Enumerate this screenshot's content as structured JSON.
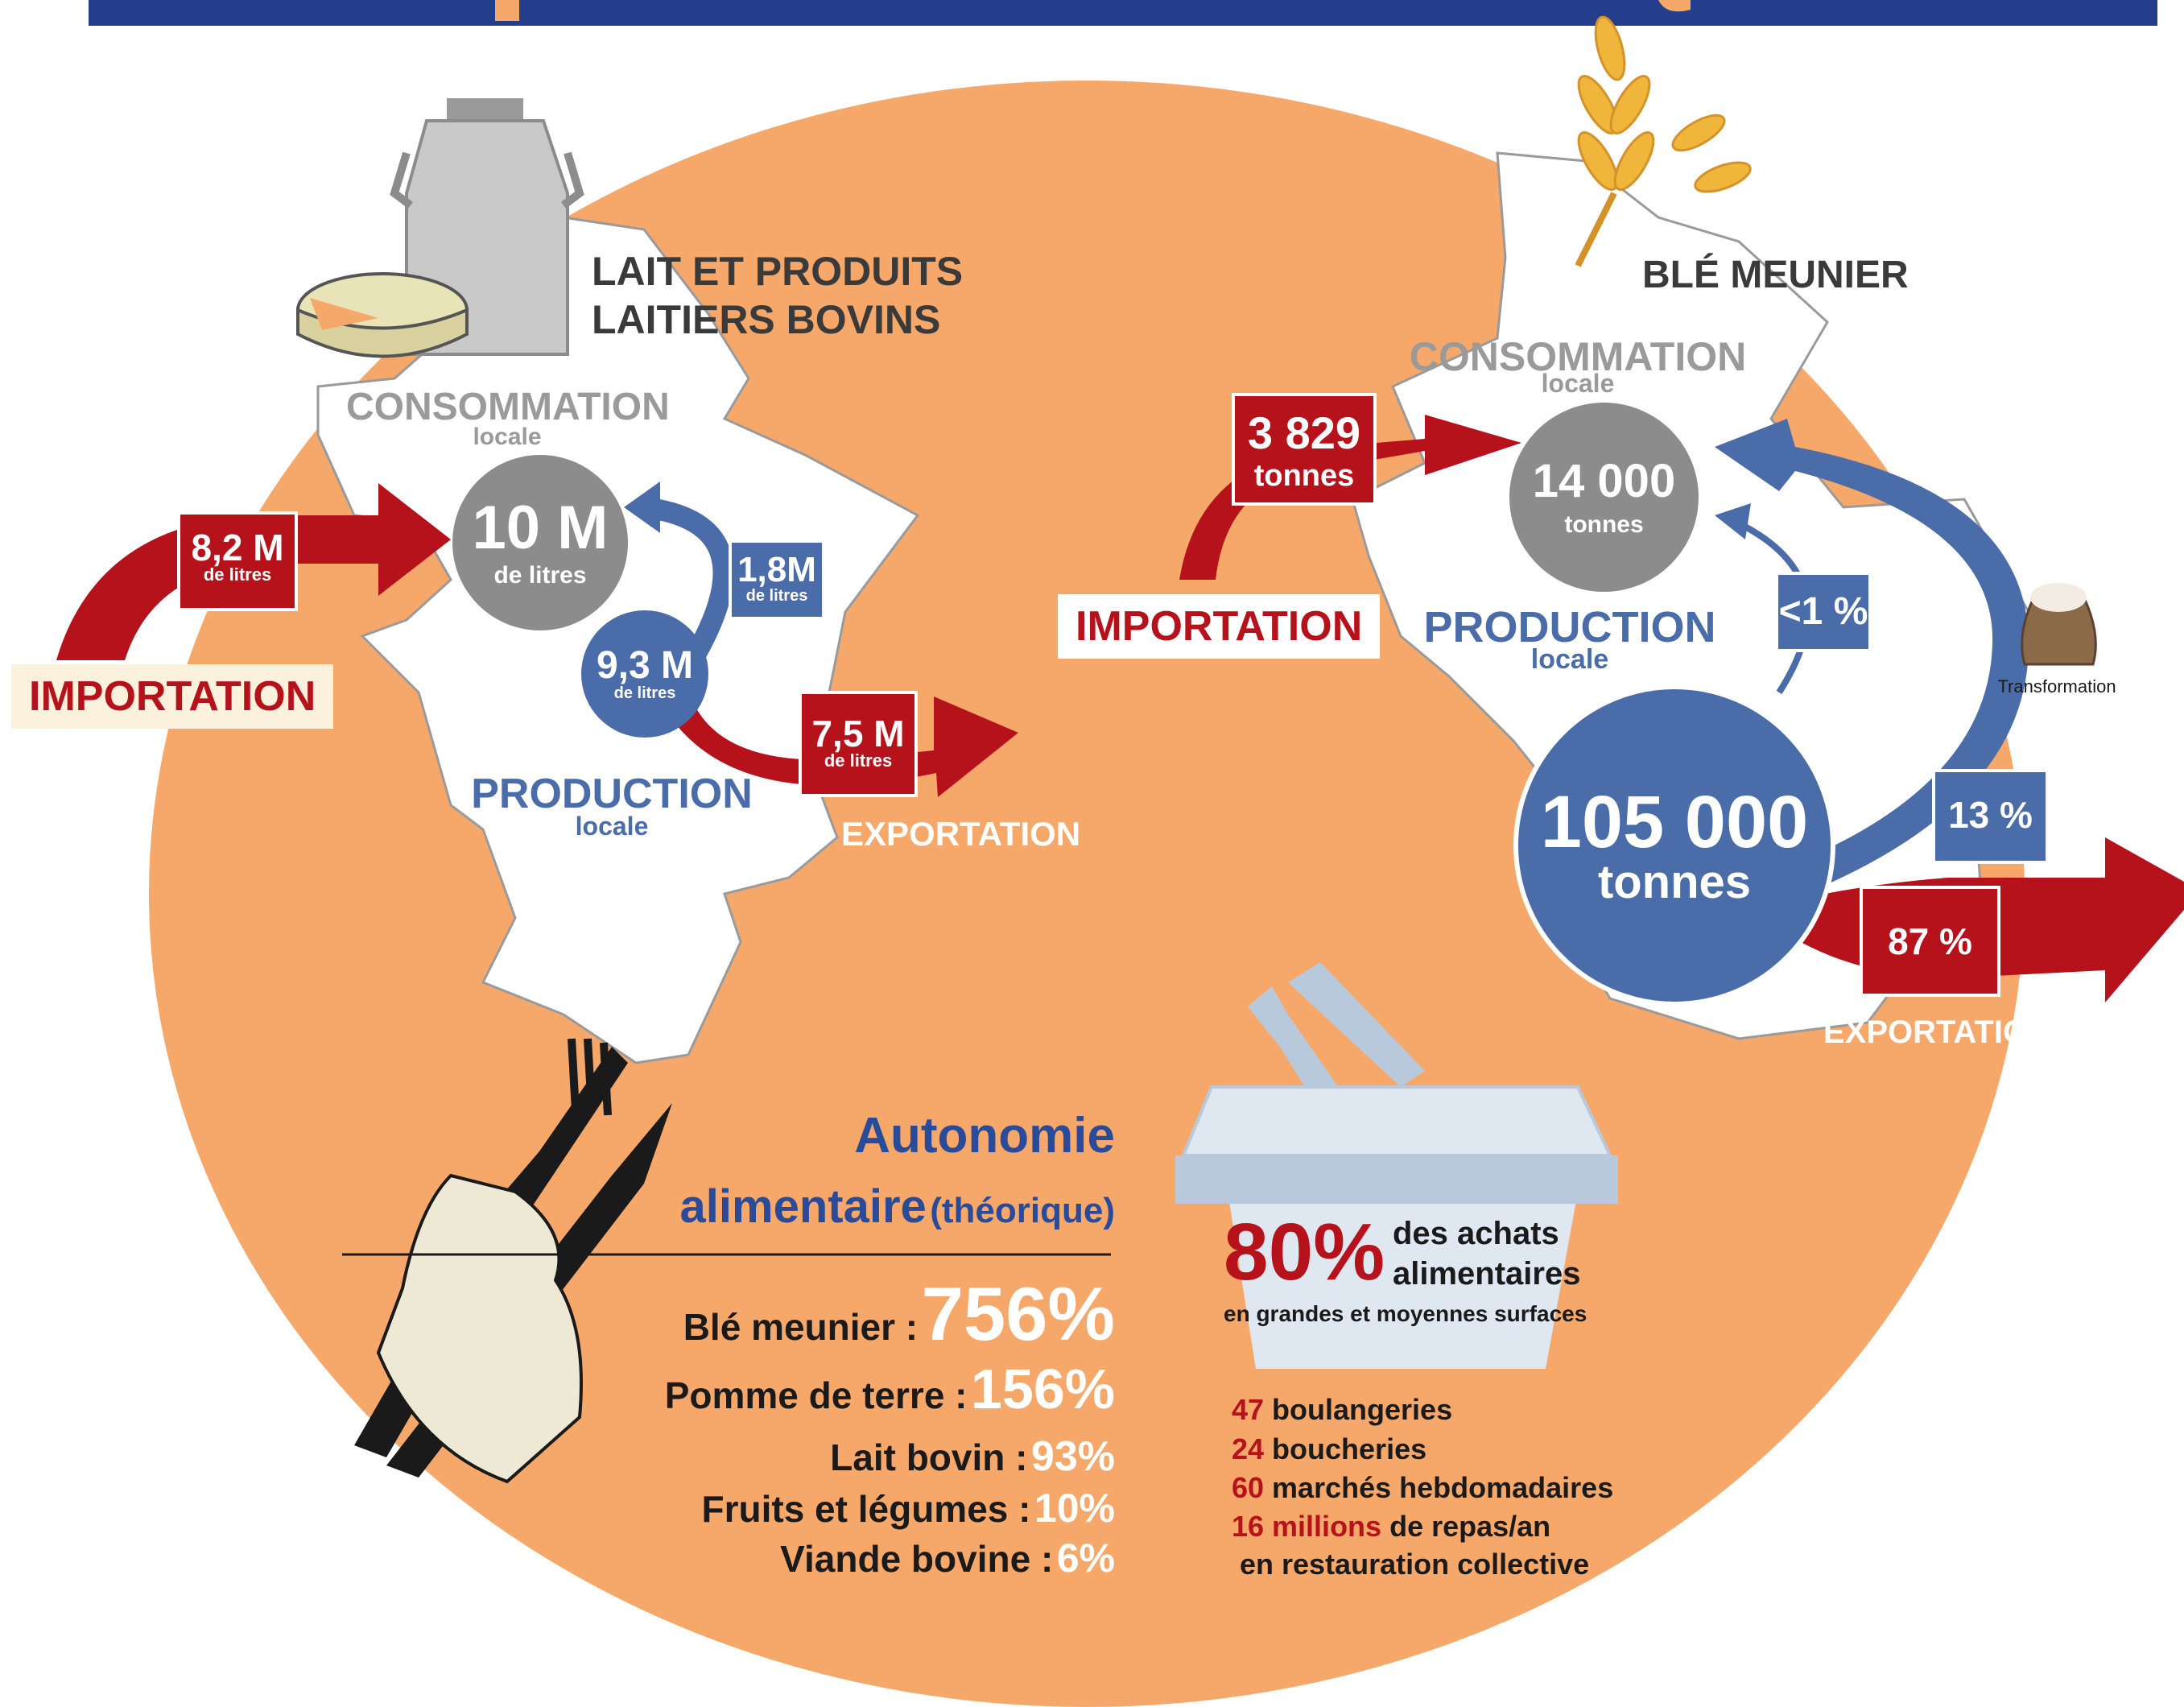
{
  "colors": {
    "header_blue": "#243e8c",
    "orange_disc": "#f6a86b",
    "import_red": "#b5121b",
    "production_blue": "#4a6ca8",
    "consumption_grey": "#8c8c8c",
    "label_grey": "#9a9a9a",
    "autonomy_blue": "#2a4a9a"
  },
  "dairy": {
    "title_line1": "LAIT ET PRODUITS",
    "title_line2": "LAITIERS BOVINS",
    "consumption_label": "CONSOMMATION",
    "consumption_sub": "locale",
    "consumption_value": "10 M",
    "consumption_unit": "de litres",
    "production_label": "PRODUCTION",
    "production_sub": "locale",
    "production_value": "9,3 M",
    "production_unit": "de litres",
    "import_value": "8,2 M",
    "import_unit": "de litres",
    "import_label": "IMPORTATION",
    "internal_value": "1,8M",
    "internal_unit": "de litres",
    "export_value": "7,5 M",
    "export_unit": "de litres",
    "export_label": "EXPORTATION",
    "icons": [
      "milk-can-icon",
      "cheese-wheel-icon"
    ]
  },
  "wheat": {
    "title": "BLÉ MEUNIER",
    "consumption_label": "CONSOMMATION",
    "consumption_sub": "locale",
    "consumption_value": "14 000",
    "consumption_unit": "tonnes",
    "production_label": "PRODUCTION",
    "production_sub": "locale",
    "production_value": "105 000",
    "production_unit": "tonnes",
    "import_value": "3 829",
    "import_unit": "tonnes",
    "import_label": "IMPORTATION",
    "internal_share": "<1 %",
    "transformation_share": "13 %",
    "transformation_label": "Transformation",
    "export_share": "87 %",
    "export_label": "EXPORTATION",
    "icons": [
      "wheat-ear-icon",
      "flour-sack-icon"
    ]
  },
  "autonomy": {
    "title_line1": "Autonomie",
    "title_line2": "alimentaire",
    "title_qualifier": "(théorique)",
    "items": [
      {
        "label": "Blé meunier :",
        "value": "756%"
      },
      {
        "label": "Pomme de terre :",
        "value": "156%"
      },
      {
        "label": "Lait bovin  :",
        "value": "93%"
      },
      {
        "label": "Fruits et légumes :",
        "value": "10%"
      },
      {
        "label": "Viande bovine :",
        "value": "6%"
      }
    ],
    "icons": [
      "hand-fork-knife-icon"
    ]
  },
  "shopping": {
    "percent": "80%",
    "text_line1": "des achats",
    "text_line2": "alimentaires",
    "text_line3": "en grandes et moyennes surfaces",
    "stats": [
      {
        "num": "47",
        "text": " boulangeries"
      },
      {
        "num": "24",
        "text": " boucheries"
      },
      {
        "num": "60",
        "text": " marchés hebdomadaires"
      },
      {
        "num": "16 millions",
        "text": " de repas/an"
      }
    ],
    "stats_last_line": "en restauration collective",
    "icons": [
      "shopping-basket-icon"
    ]
  }
}
